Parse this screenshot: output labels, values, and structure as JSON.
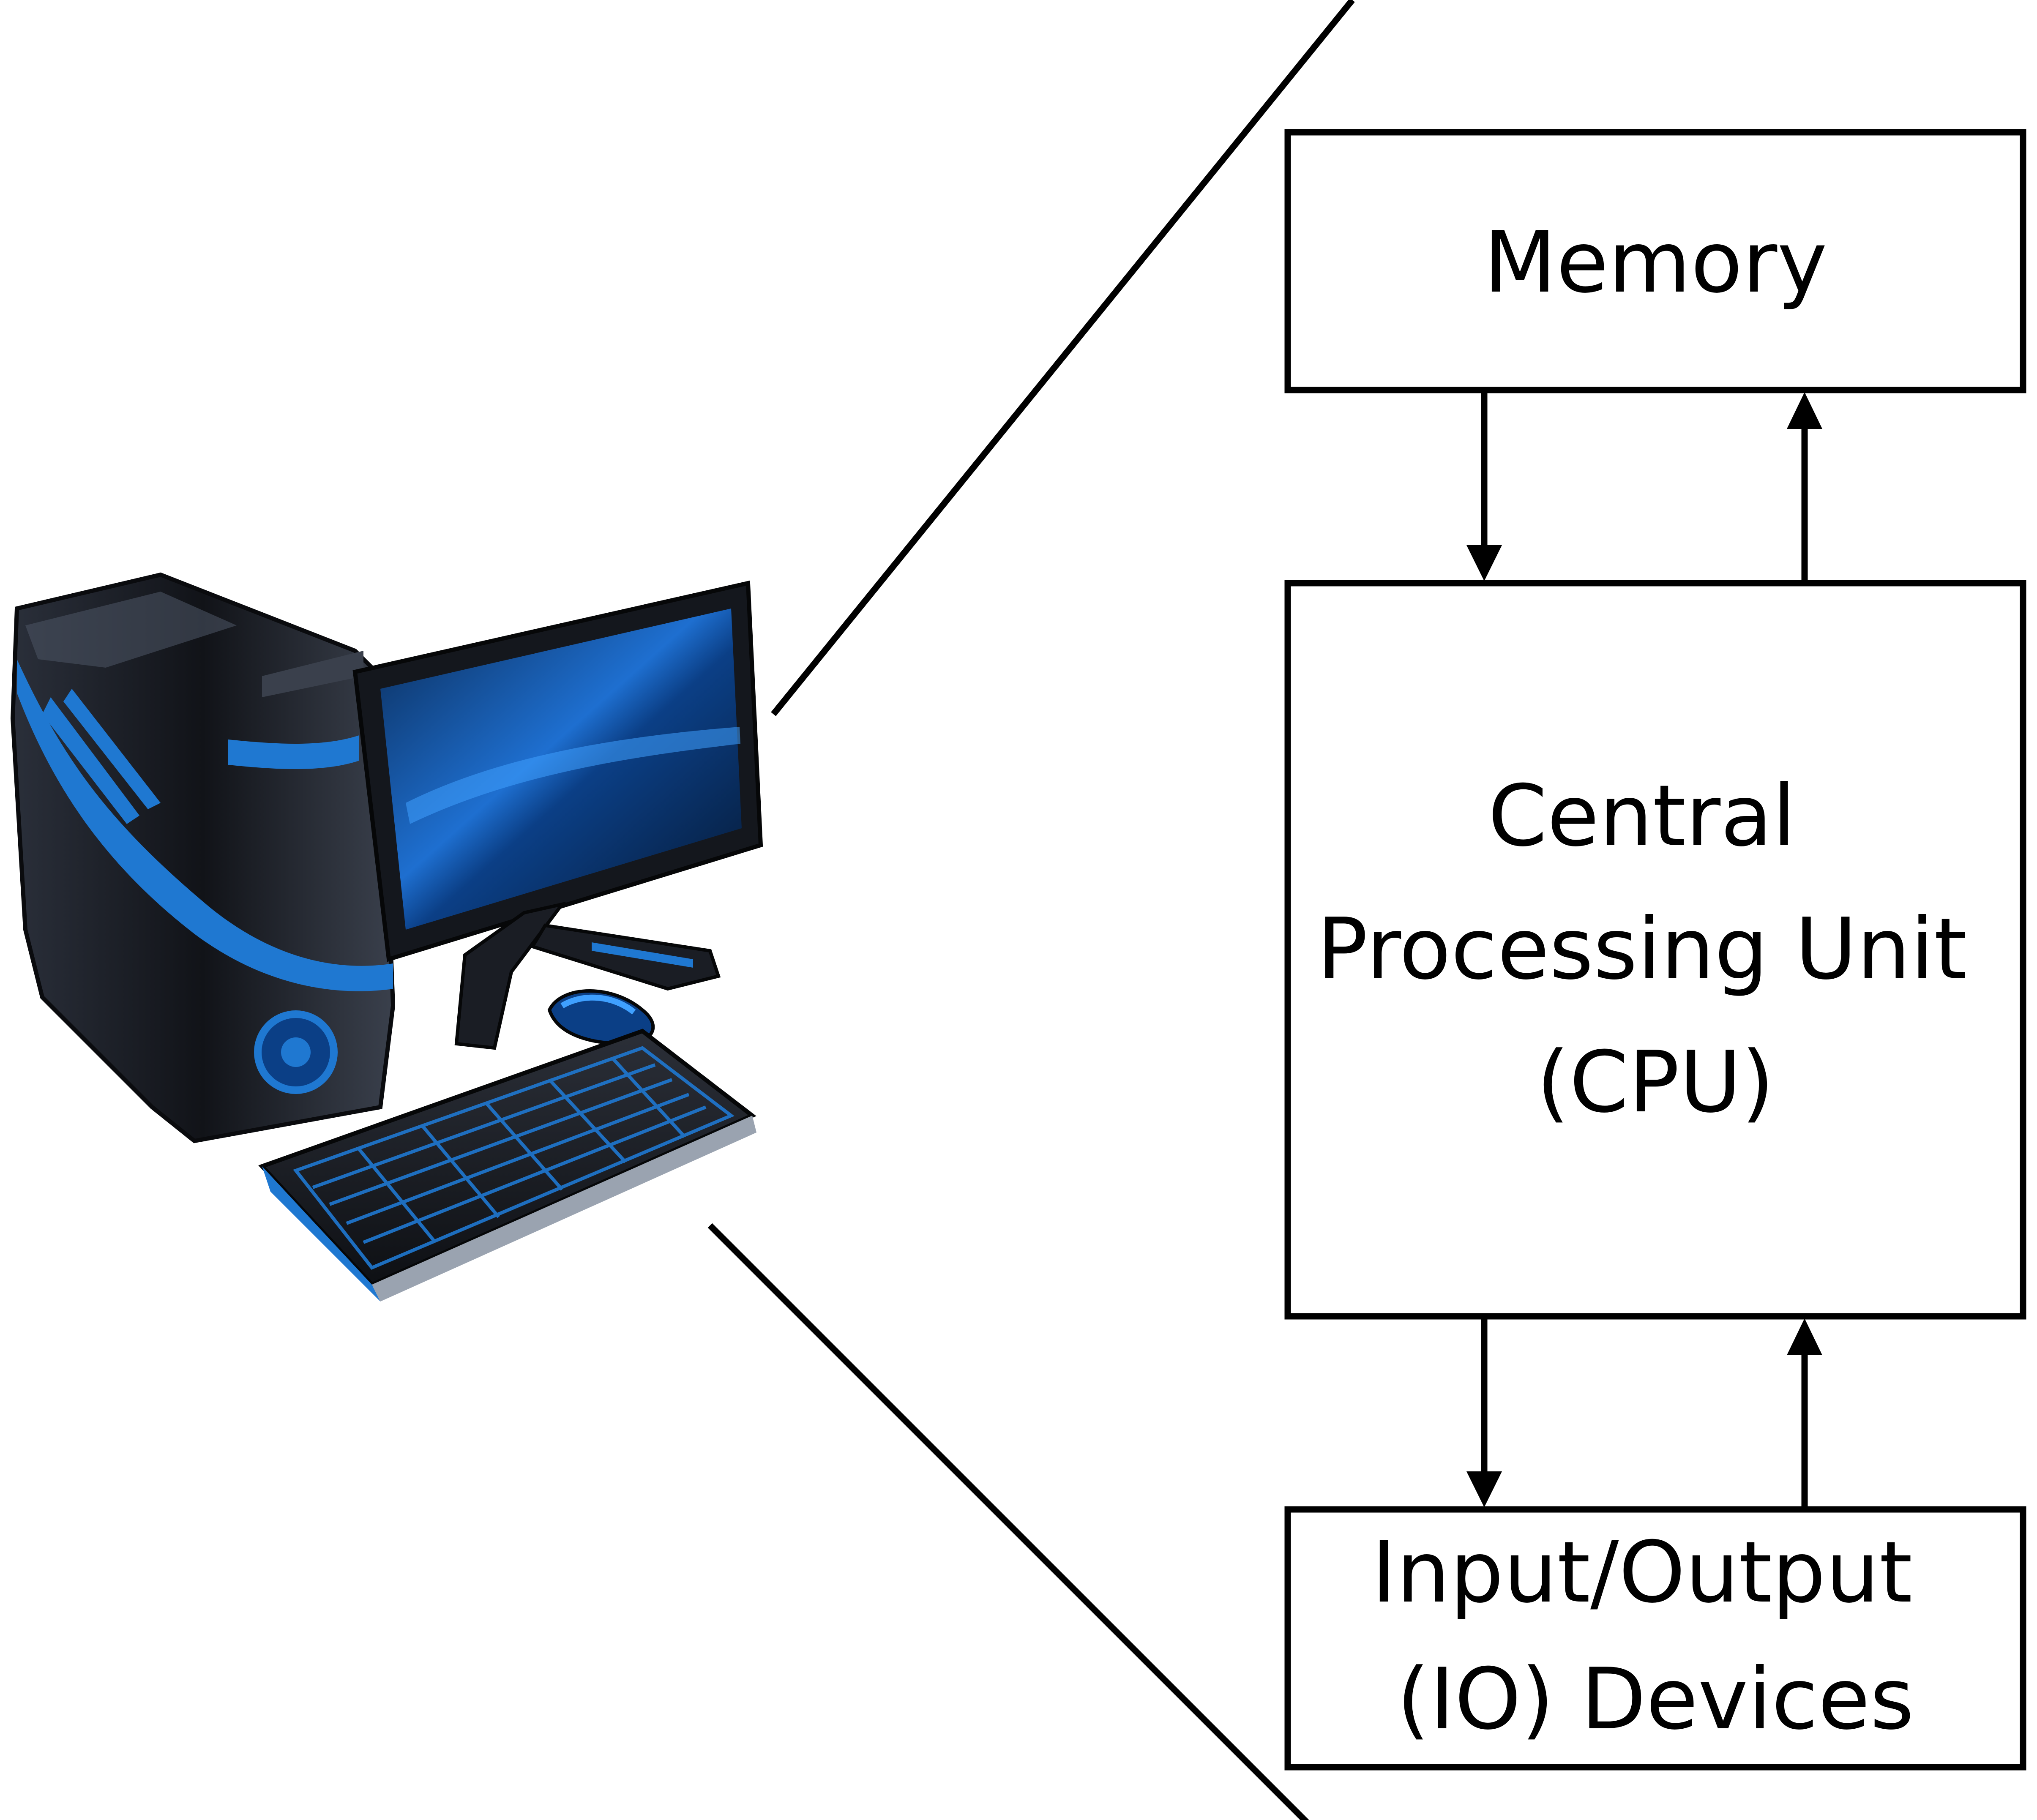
{
  "boxes": {
    "memory": {
      "lines": [
        "Memory"
      ]
    },
    "cpu": {
      "lines": [
        "Central",
        "Processing Unit",
        "(CPU)"
      ]
    },
    "io": {
      "lines": [
        "Input/Output",
        "(IO) Devices"
      ]
    }
  },
  "colors": {
    "stroke": "#000000",
    "background": "#ffffff",
    "accent_blue": "#1f78d1",
    "case_dark": "#1a1d24"
  },
  "icons": {
    "computer": "desktop-computer-icon",
    "tower": "pc-tower-icon",
    "monitor": "monitor-icon",
    "keyboard": "keyboard-icon",
    "mouse": "mouse-icon"
  }
}
